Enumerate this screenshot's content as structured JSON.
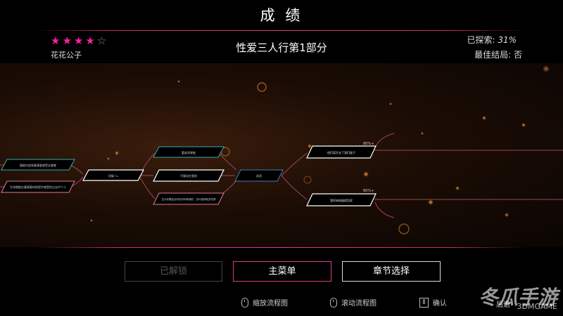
{
  "title": "成 绩",
  "player": {
    "rating_stars": 4,
    "rating_max": 5,
    "name": "花花公子"
  },
  "chapter": {
    "name": "性爱三人行第1部分",
    "explored_label": "已探索:",
    "explored_value": "31%",
    "best_ending_label": "最佳结局:",
    "best_ending_value": "否"
  },
  "flowchart": {
    "nodes": [
      {
        "id": "n1",
        "label": "猫娘内部和最满意感受去看哪"
      },
      {
        "id": "n2",
        "label": "生命期能在最满意的前提中感受的过去中个人"
      },
      {
        "id": "n3",
        "label": "问候 !="
      },
      {
        "id": "n4",
        "label": "看谁如果能"
      },
      {
        "id": "n5",
        "label": "不要站在我前"
      },
      {
        "id": "n6",
        "label": "这为你要结合你的对你和我的，怎么能得就多些那"
      },
      {
        "id": "n7",
        "label": "选项"
      },
      {
        "id": "n8",
        "label": "他们离开去了我们屋子"
      },
      {
        "id": "n9",
        "label": "我把来抽烟就回家"
      }
    ],
    "percent_labels": [
      "80%+",
      "80%+"
    ]
  },
  "buttons": {
    "unlocked": "已解锁",
    "main_menu": "主菜单",
    "chapter_select": "章节选择"
  },
  "hints": {
    "zoom": "缩放流程图",
    "scroll": "滚动流程图",
    "confirm_key": "Ⅱ",
    "confirm": "确认",
    "back": "后退"
  },
  "watermark": {
    "logo": "冬瓜手游",
    "site": "3DMGAME"
  },
  "colors": {
    "accent_pink": "#e03a8a",
    "star_pink": "#ff1fa4",
    "teal_node": "#3aa7b0",
    "pink_node": "#e07a9a",
    "blue_node": "#4a7bb5"
  }
}
